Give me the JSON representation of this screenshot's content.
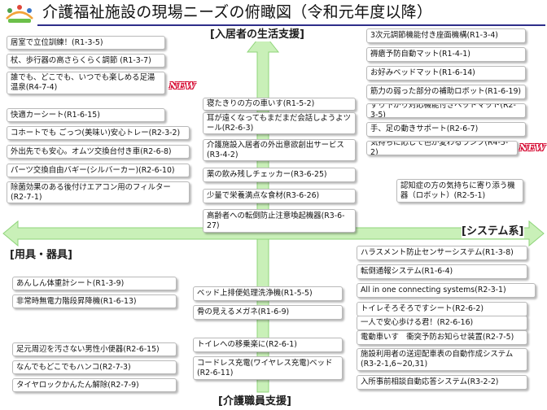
{
  "page": {
    "title": "介護福祉施設の現場ニーズの俯瞰図（令和元年度以降）",
    "axis_top": "[入居者の生活支援]",
    "axis_bottom": "[介護職員支援]",
    "axis_left": "[用具・器具]",
    "axis_right": "[システム系]",
    "new_badge": "NEW",
    "slide_number": "",
    "colors": {
      "arrow": "#c9f0b8",
      "arrow_edge": "#8fd47a",
      "title_rule": "#2e2e8a",
      "badge": "#d4002a"
    }
  },
  "boxes": {
    "tl": [
      "居室で立位訓練！(R1-3-5)",
      "杖、歩行器の高さらくらく調節 (R1-3-7)",
      "誰でも、どこでも、いつでも楽しめる足湯温泉(R4-7-4)",
      "快適カーシート(R1-6-15)",
      "コホートでも ごっつ(美味い)安心トレー(R2-3-2)",
      "外出先でも安心。オムツ交換台付き車(R2-6-8)",
      "パーツ交換自由バギー(シルバーカー)(R2-6-10)",
      "除菌効果のある後付けエアコン用のフィルター(R2-7-1)"
    ],
    "tc": [
      "寝たきりの方の車いす(R1-5-2)",
      "耳が遠くなってもまだまだ会話しようよツール(R2-6-3)",
      "介護施設入居者の外出意欲創出サービス(R3-4-2)",
      "薬の飲み残しチェッカー(R3-6-25)",
      "少量で栄養満点な食材(R3-6-26)",
      "高齢者への転倒防止注意喚起機器(R3-6-27)"
    ],
    "tr": [
      "3次元調節機能付き座面機構(R1-3-4)",
      "褥瘡予防自動マット(R1-4-1)",
      "お好みベッドマット(R1-6-14)",
      "筋力の弱った部分の補助ロボット(R1-6-19)",
      "ずり下がり対応機能付きベッドマット(R2-3-5)",
      "手、足の動きサポート(R2-6-7)",
      "気持ちに応じて色が変わるランプ(R4-5-2)",
      "認知症の方の気持ちに寄り添う機器（ロボット）(R2-5-1)"
    ],
    "bl": [
      "あんしん体重計シート(R1-3-9)",
      "非常時無電力階段昇降機(R1-6-13)",
      "足元周辺を汚さない男性小便器(R2-6-15)",
      "なんでもどこでもハンコ(R2-7-3)",
      "タイヤロックかんたん解除(R2-7-9)"
    ],
    "bc": [
      "ベッド上排便処理洗浄機(R1-5-5)",
      "骨の見えるメガネ(R1-6-9)",
      "トイレへの移乗楽に(R2-6-1)",
      "コードレス充電(ワイヤレス充電)ベッド(R2-6-11)"
    ],
    "br": [
      "ハラスメント防止センサーシステム(R1-3-8)",
      "転倒通報システム(R1-6-4)",
      "All in one connecting systems(R2-3-1)",
      "トイレそろそろですシート(R2-6-2)",
      "一人で安心歩ける君！(R2-6-16)",
      "電動車いす　衝突予防お知らせ装置(R2-7-5)",
      "施設利用者の送迎配車表の自動作成システム(R3-2-1,6~20,31)",
      "入所事前相談自動応答システム(R3-2-2)"
    ]
  }
}
